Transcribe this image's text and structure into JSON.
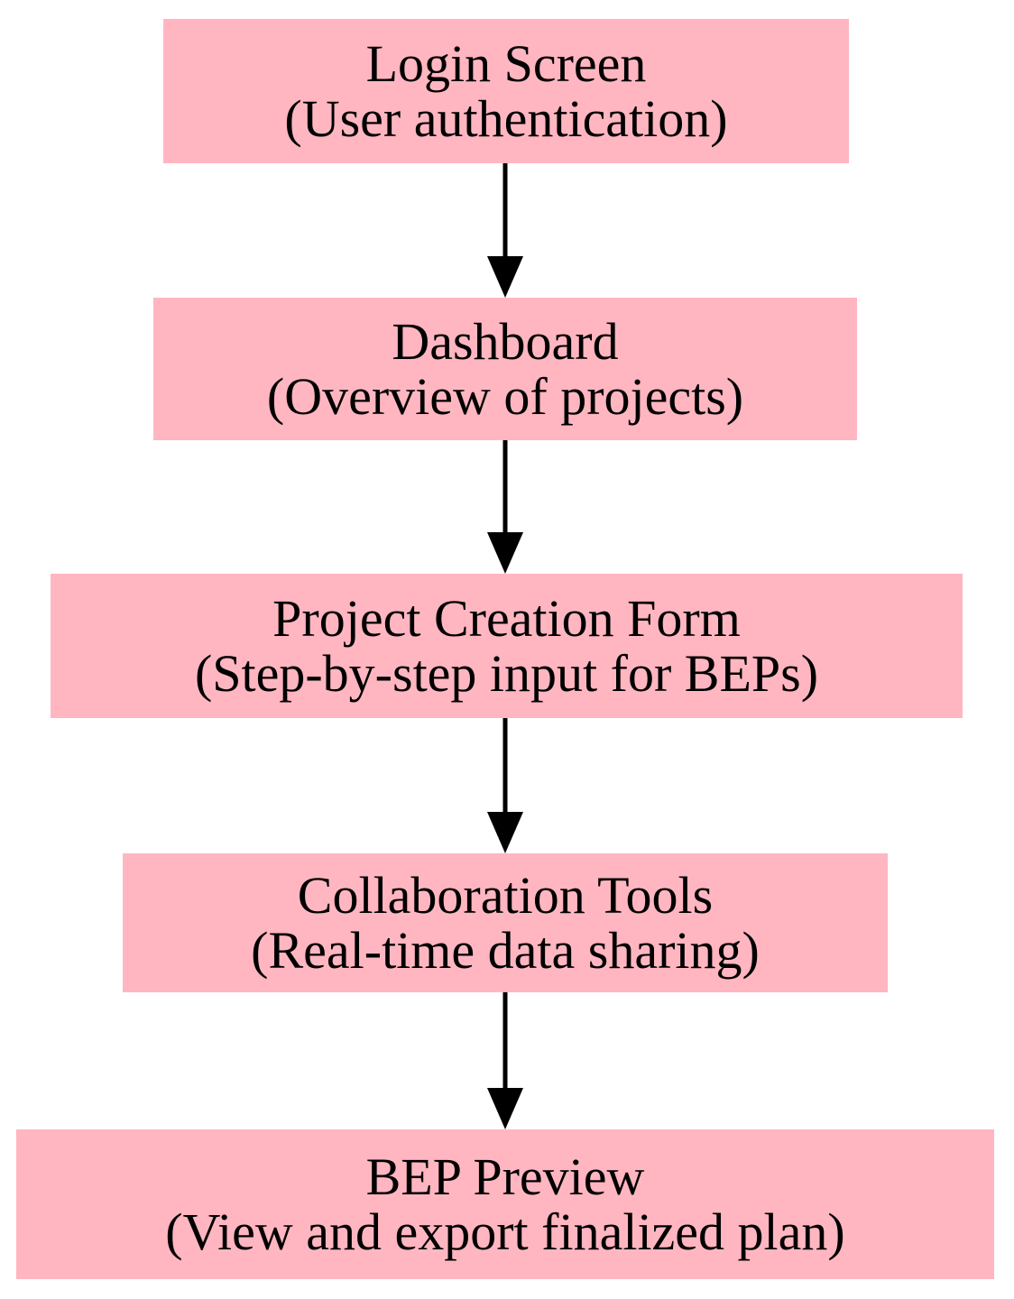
{
  "diagram": {
    "type": "flowchart",
    "orientation": "top-to-bottom",
    "background_color": "#ffffff",
    "node_fill_color": "#ffb6c1",
    "node_text_color": "#000000",
    "connector_color": "#000000",
    "nodes": [
      {
        "id": "login-screen",
        "title": "Login Screen",
        "subtitle": "(User authentication)"
      },
      {
        "id": "dashboard",
        "title": "Dashboard",
        "subtitle": "(Overview of projects)"
      },
      {
        "id": "project-creation-form",
        "title": "Project Creation Form",
        "subtitle": "(Step-by-step input for BEPs)"
      },
      {
        "id": "collaboration-tools",
        "title": "Collaboration Tools",
        "subtitle": "(Real-time data sharing)"
      },
      {
        "id": "bep-preview",
        "title": "BEP Preview",
        "subtitle": "(View and export finalized plan)"
      }
    ],
    "edges": [
      {
        "id": "edge-1",
        "from": "login-screen",
        "to": "dashboard",
        "label": ""
      },
      {
        "id": "edge-2",
        "from": "dashboard",
        "to": "project-creation-form",
        "label": ""
      },
      {
        "id": "edge-3",
        "from": "project-creation-form",
        "to": "collaboration-tools",
        "label": ""
      },
      {
        "id": "edge-4",
        "from": "collaboration-tools",
        "to": "bep-preview",
        "label": ""
      }
    ]
  }
}
